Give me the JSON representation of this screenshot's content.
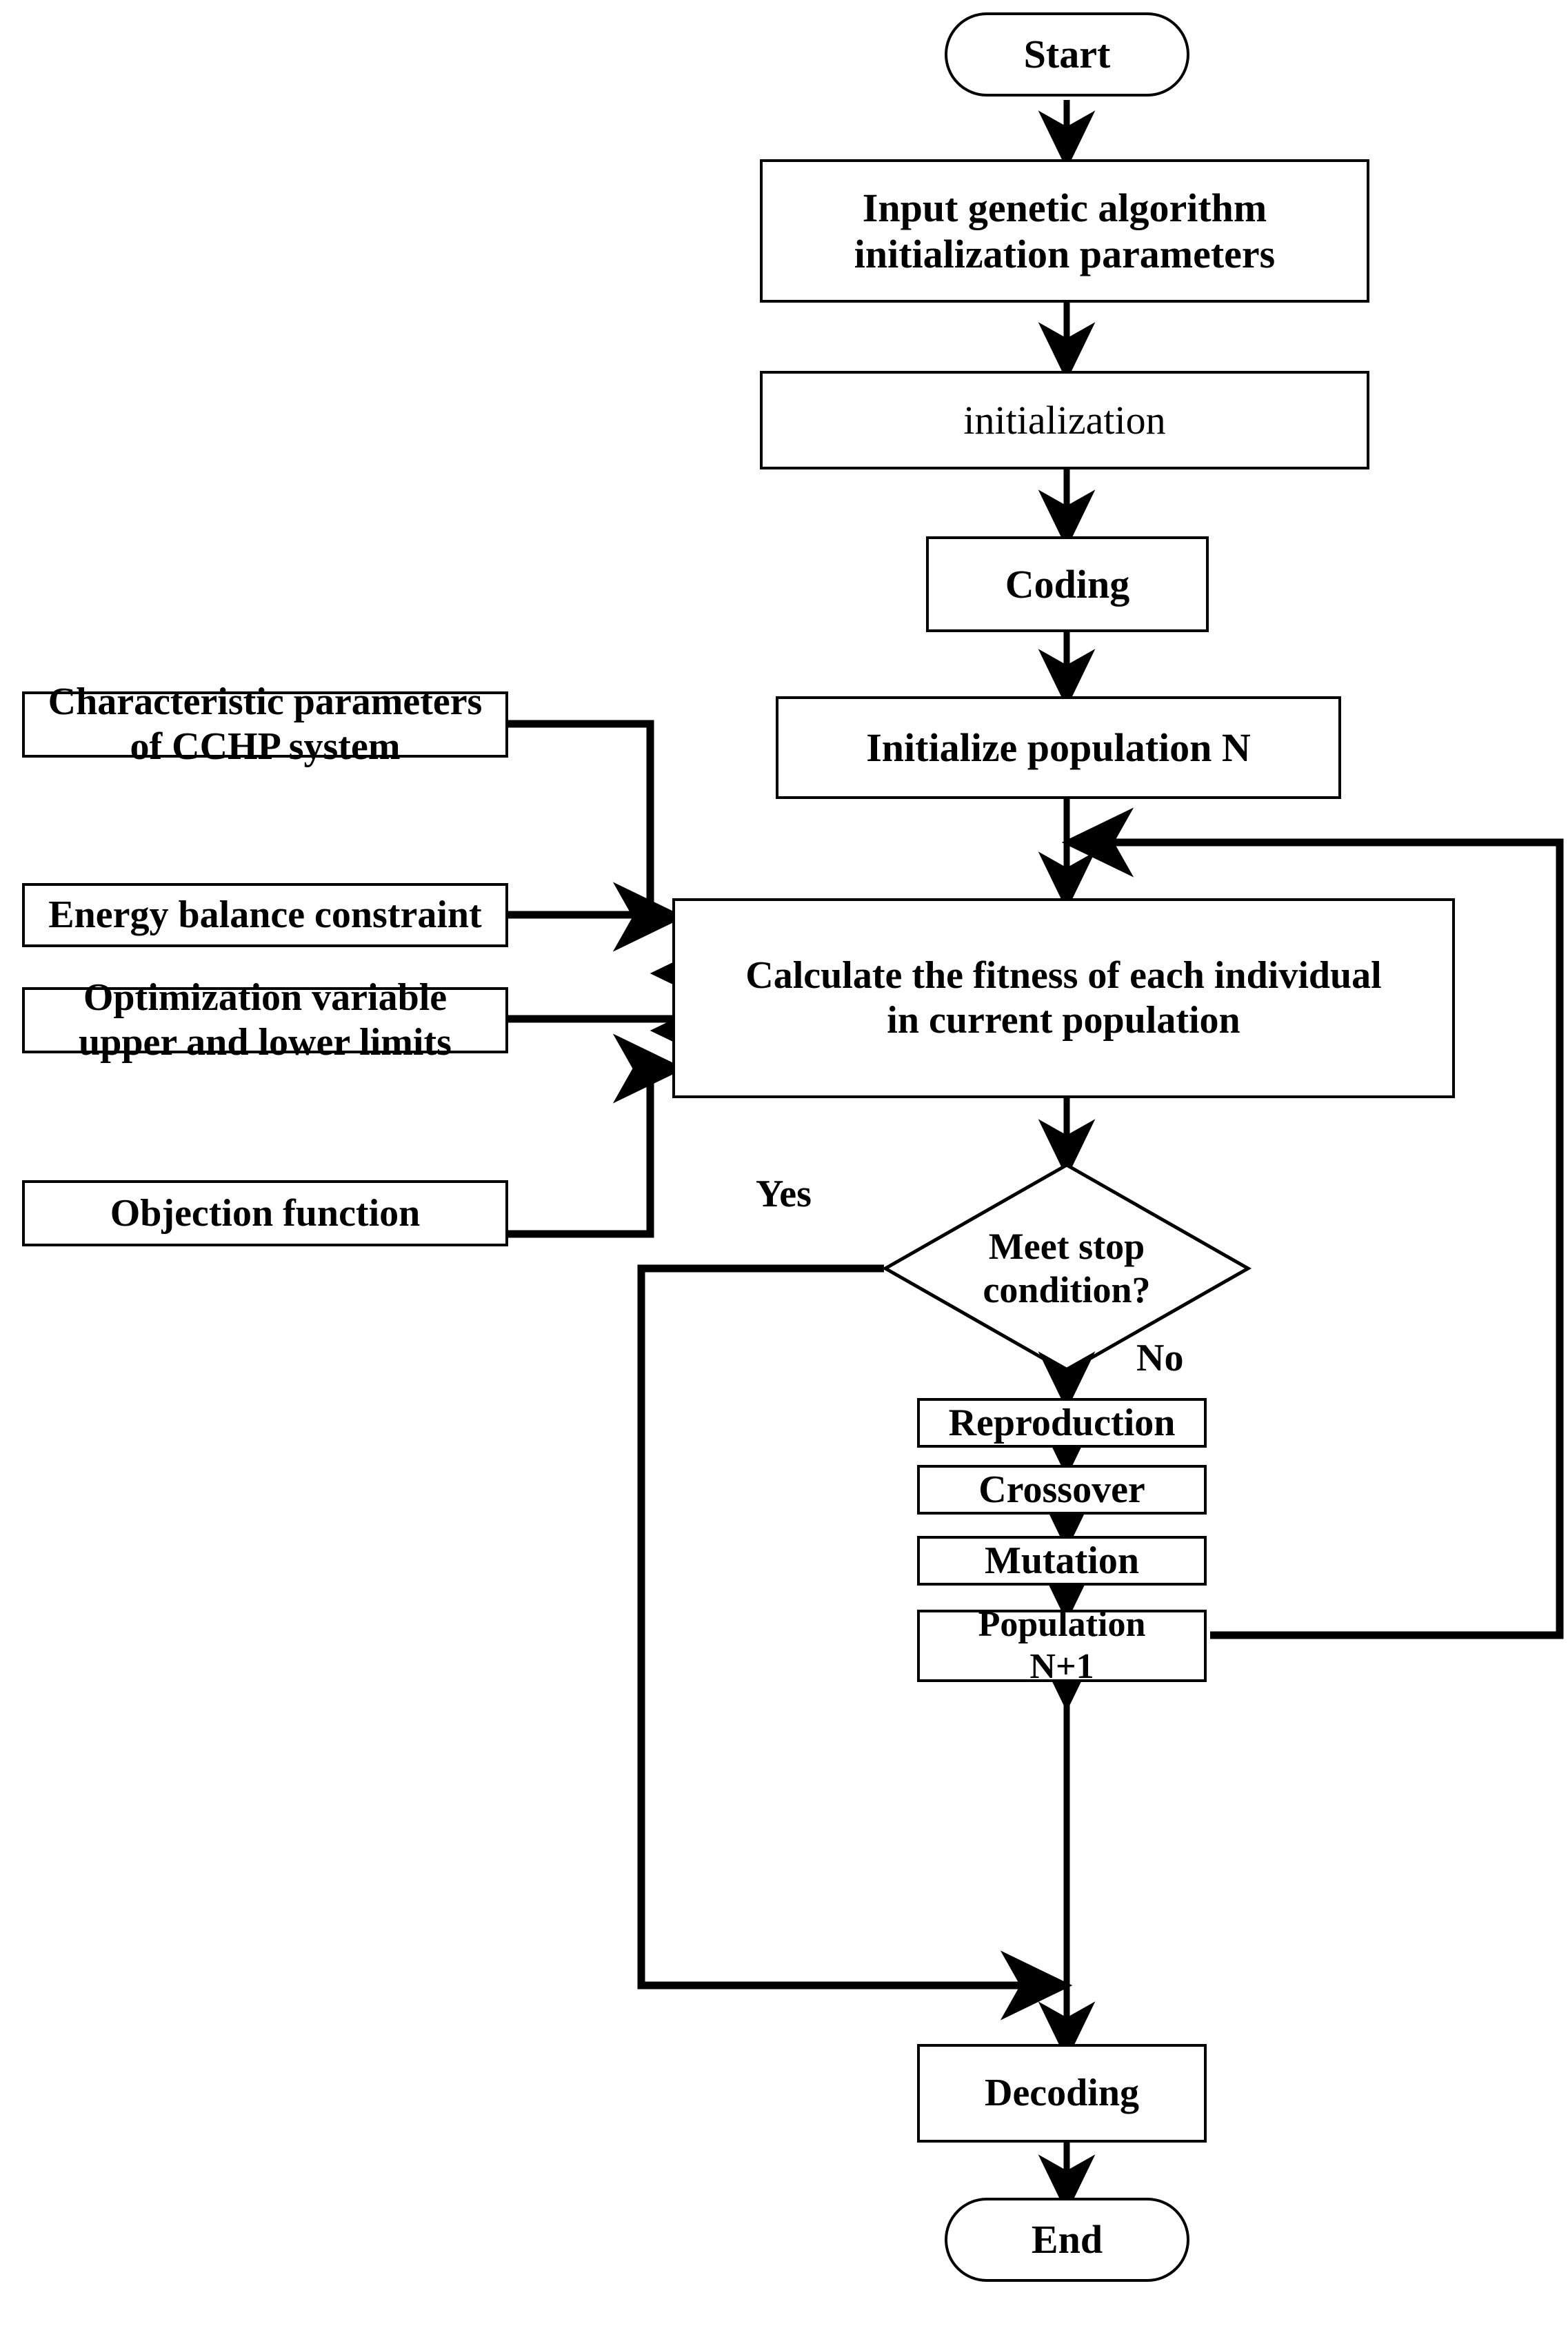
{
  "diagram": {
    "title": "Genetic algorithm optimization flowchart for CCHP system",
    "stroke_color": "#000000",
    "background_color": "#ffffff",
    "nodes": {
      "start": {
        "label": "Start",
        "shape": "terminator"
      },
      "input_params": {
        "label": "Input genetic algorithm\ninitialization parameters",
        "shape": "process"
      },
      "initialization": {
        "label": "initialization",
        "shape": "process"
      },
      "coding": {
        "label": "Coding",
        "shape": "process"
      },
      "init_population": {
        "label": "Initialize population N",
        "shape": "process"
      },
      "characteristic_parameters": {
        "label": "Characteristic parameters\nof CCHP system",
        "shape": "process"
      },
      "energy_balance": {
        "label": "Energy balance constraint",
        "shape": "process"
      },
      "optimization_limits": {
        "label": "Optimization variable\nupper and lower limits",
        "shape": "process"
      },
      "objection_function": {
        "label": "Objection function",
        "shape": "process"
      },
      "calculate_fitness": {
        "label": "Calculate the fitness of each individual\nin  current population",
        "shape": "process"
      },
      "meet_stop_condition": {
        "label": "Meet stop\ncondition?",
        "shape": "decision"
      },
      "reproduction": {
        "label": "Reproduction",
        "shape": "process"
      },
      "crossover": {
        "label": "Crossover",
        "shape": "process"
      },
      "mutation": {
        "label": "Mutation",
        "shape": "process"
      },
      "population_next": {
        "label": "Population\nN+1",
        "shape": "process"
      },
      "decoding": {
        "label": "Decoding",
        "shape": "process"
      },
      "end": {
        "label": "End",
        "shape": "terminator"
      }
    },
    "edge_labels": {
      "yes": "Yes",
      "no": "No"
    }
  }
}
